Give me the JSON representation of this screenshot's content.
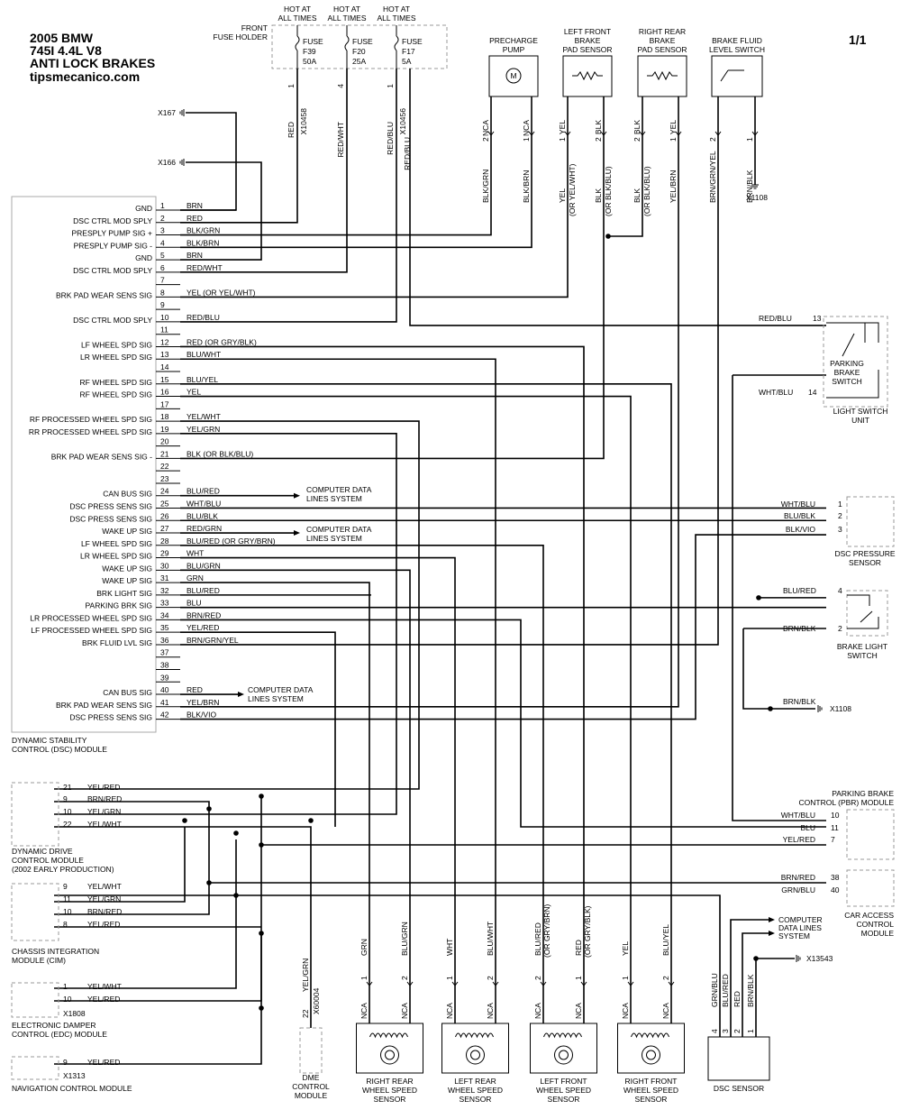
{
  "title": {
    "year_make": "2005 BMW",
    "model": "745I  4.4L V8",
    "system": "ANTI LOCK BRAKES",
    "site": "tipsmecanico.com",
    "page": "1/1"
  },
  "fuses": {
    "holder_label": [
      "FRONT",
      "FUSE HOLDER"
    ],
    "hot_label": [
      "HOT AT",
      "ALL TIMES"
    ],
    "items": [
      {
        "name": "FUSE",
        "num": "F39",
        "amp": "50A",
        "pin": "1",
        "wire": "RED",
        "conn": "X10458"
      },
      {
        "name": "FUSE",
        "num": "F20",
        "amp": "25A",
        "pin": "4",
        "wire": "RED/WHT",
        "conn": ""
      },
      {
        "name": "FUSE",
        "num": "F17",
        "amp": "5A",
        "pin": "1",
        "wire": "RED/BLU",
        "conn": "X10456"
      }
    ],
    "extra_wire": "RED/BLU"
  },
  "grounds": {
    "g1": "X167",
    "g2": "X166",
    "g3": "X1108",
    "g4": "X1108",
    "g5": "X13543"
  },
  "top_components": [
    {
      "label": [
        "PRECHARGE",
        "PUMP"
      ],
      "pins": [
        "2",
        "1"
      ],
      "pin_labels": [
        "NCA",
        "NCA"
      ],
      "wires": [
        "BLK/GRN",
        "BLK/BRN"
      ]
    },
    {
      "label": [
        "LEFT FRONT",
        "BRAKE",
        "PAD SENSOR"
      ],
      "pins": [
        "1",
        "2"
      ],
      "pin_labels": [
        "YEL",
        "BLK"
      ],
      "wires": [
        "YEL",
        "BLK"
      ],
      "wire_alts": [
        "(OR YEL/WHT)",
        "(OR BLK/BLU)"
      ]
    },
    {
      "label": [
        "RIGHT REAR",
        "BRAKE",
        "PAD SENSOR"
      ],
      "pins": [
        "2",
        "1"
      ],
      "pin_labels": [
        "BLK",
        "YEL"
      ],
      "wires": [
        "BLK",
        "YEL/BRN"
      ],
      "wire_alts": [
        "(OR BLK/BLU)",
        ""
      ]
    },
    {
      "label": [
        "BRAKE FLUID",
        "LEVEL SWITCH"
      ],
      "pins": [
        "2",
        "1"
      ],
      "wires": [
        "BRN/GRN/YEL",
        "BRN/BLK"
      ]
    }
  ],
  "dsc_module": {
    "label": [
      "DYNAMIC STABILITY",
      "CONTROL (DSC) MODULE"
    ],
    "pins": [
      {
        "n": "1",
        "name": "GND",
        "wire": "BRN"
      },
      {
        "n": "2",
        "name": "DSC CTRL MOD SPLY",
        "wire": "RED"
      },
      {
        "n": "3",
        "name": "PRESPLY PUMP SIG +",
        "wire": "BLK/GRN"
      },
      {
        "n": "4",
        "name": "PRESPLY PUMP SIG -",
        "wire": "BLK/BRN"
      },
      {
        "n": "5",
        "name": "GND",
        "wire": "BRN"
      },
      {
        "n": "6",
        "name": "DSC CTRL MOD SPLY",
        "wire": "RED/WHT"
      },
      {
        "n": "7",
        "name": "",
        "wire": ""
      },
      {
        "n": "8",
        "name": "BRK PAD WEAR SENS SIG",
        "wire": "YEL    (OR YEL/WHT)"
      },
      {
        "n": "9",
        "name": "",
        "wire": ""
      },
      {
        "n": "10",
        "name": "DSC CTRL MOD SPLY",
        "wire": "RED/BLU"
      },
      {
        "n": "11",
        "name": "",
        "wire": ""
      },
      {
        "n": "12",
        "name": "LF WHEEL SPD SIG",
        "wire": "RED     (OR GRY/BLK)"
      },
      {
        "n": "13",
        "name": "LR WHEEL SPD SIG",
        "wire": "BLU/WHT"
      },
      {
        "n": "14",
        "name": "",
        "wire": ""
      },
      {
        "n": "15",
        "name": "RF WHEEL SPD SIG",
        "wire": "BLU/YEL"
      },
      {
        "n": "16",
        "name": "RF WHEEL SPD SIG",
        "wire": "YEL"
      },
      {
        "n": "17",
        "name": "",
        "wire": ""
      },
      {
        "n": "18",
        "name": "RF PROCESSED WHEEL SPD SIG",
        "wire": "YEL/WHT"
      },
      {
        "n": "19",
        "name": "RR PROCESSED WHEEL SPD SIG",
        "wire": "YEL/GRN"
      },
      {
        "n": "20",
        "name": "",
        "wire": ""
      },
      {
        "n": "21",
        "name": "BRK PAD WEAR SENS SIG -",
        "wire": "BLK    (OR BLK/BLU)"
      },
      {
        "n": "22",
        "name": "",
        "wire": ""
      },
      {
        "n": "23",
        "name": "",
        "wire": ""
      },
      {
        "n": "24",
        "name": "CAN BUS SIG",
        "wire": "BLU/RED"
      },
      {
        "n": "25",
        "name": "DSC PRESS SENS SIG",
        "wire": "WHT/BLU"
      },
      {
        "n": "26",
        "name": "DSC PRESS SENS SIG",
        "wire": "BLU/BLK"
      },
      {
        "n": "27",
        "name": "WAKE UP SIG",
        "wire": "RED/GRN"
      },
      {
        "n": "28",
        "name": "LF WHEEL SPD SIG",
        "wire": "BLU/RED       (OR GRY/BRN)"
      },
      {
        "n": "29",
        "name": "LR WHEEL SPD SIG",
        "wire": "WHT"
      },
      {
        "n": "30",
        "name": "WAKE UP SIG",
        "wire": "BLU/GRN"
      },
      {
        "n": "31",
        "name": "WAKE UP SIG",
        "wire": "GRN"
      },
      {
        "n": "32",
        "name": "BRK LIGHT SIG",
        "wire": "BLU/RED"
      },
      {
        "n": "33",
        "name": "PARKING BRK SIG",
        "wire": "BLU"
      },
      {
        "n": "34",
        "name": "LR PROCESSED WHEEL SPD SIG",
        "wire": "BRN/RED"
      },
      {
        "n": "35",
        "name": "LF PROCESSED WHEEL SPD SIG",
        "wire": "YEL/RED"
      },
      {
        "n": "36",
        "name": "BRK FLUID LVL SIG",
        "wire": "BRN/GRN/YEL"
      },
      {
        "n": "37",
        "name": "",
        "wire": ""
      },
      {
        "n": "38",
        "name": "",
        "wire": ""
      },
      {
        "n": "39",
        "name": "",
        "wire": ""
      },
      {
        "n": "40",
        "name": "CAN BUS SIG",
        "wire": "RED"
      },
      {
        "n": "41",
        "name": "BRK PAD WEAR SENS SIG",
        "wire": "YEL/BRN"
      },
      {
        "n": "42",
        "name": "DSC PRESS SENS SIG",
        "wire": "BLK/VIO"
      }
    ]
  },
  "computer_data": [
    "COMPUTER DATA",
    "LINES SYSTEM"
  ],
  "computer_data_short": [
    "COMPUTER",
    "DATA LINES",
    "SYSTEM"
  ],
  "light_switch": {
    "label": [
      "LIGHT SWITCH",
      "UNIT"
    ],
    "inner": [
      "PARKING",
      "BRAKE",
      "SWITCH"
    ],
    "pins": [
      {
        "n": "13",
        "wire": "RED/BLU"
      },
      {
        "n": "14",
        "wire": "WHT/BLU"
      }
    ]
  },
  "dsc_pressure": {
    "label": [
      "DSC PRESSURE",
      "SENSOR"
    ],
    "pins": [
      {
        "n": "1",
        "wire": "WHT/BLU"
      },
      {
        "n": "2",
        "wire": "BLU/BLK"
      },
      {
        "n": "3",
        "wire": "BLK/VIO"
      }
    ]
  },
  "brake_light": {
    "label": [
      "BRAKE LIGHT",
      "SWITCH"
    ],
    "pins": [
      {
        "n": "4",
        "wire": "BLU/RED"
      },
      {
        "n": "2",
        "wire": "BRN/BLK"
      }
    ],
    "ground_wire": "BRN/BLK"
  },
  "ddc": {
    "label": [
      "DYNAMIC DRIVE",
      "CONTROL MODULE",
      "(2002 EARLY PRODUCTION)"
    ],
    "pins": [
      {
        "n": "21",
        "wire": "YEL/RED"
      },
      {
        "n": "9",
        "wire": "BRN/RED"
      },
      {
        "n": "10",
        "wire": "YEL/GRN"
      },
      {
        "n": "22",
        "wire": "YEL/WHT"
      }
    ]
  },
  "cim": {
    "label": [
      "CHASSIS INTEGRATION",
      "MODULE (CIM)"
    ],
    "pins": [
      {
        "n": "9",
        "wire": "YEL/WHT"
      },
      {
        "n": "11",
        "wire": "YEL/GRN"
      },
      {
        "n": "10",
        "wire": "BRN/RED"
      },
      {
        "n": "8",
        "wire": "YEL/RED"
      }
    ]
  },
  "edc": {
    "label": [
      "ELECTRONIC DAMPER",
      "CONTROL (EDC) MODULE"
    ],
    "pins": [
      {
        "n": "1",
        "wire": "YEL/WHT"
      },
      {
        "n": "10",
        "wire": "YEL/RED"
      }
    ],
    "conn": "X1808"
  },
  "nav": {
    "label": "NAVIGATION CONTROL MODULE",
    "pins": [
      {
        "n": "9",
        "wire": "YEL/RED"
      }
    ],
    "conn": "X1313"
  },
  "dme": {
    "label": [
      "DME",
      "CONTROL",
      "MODULE"
    ],
    "pin": "22",
    "wire": "YEL/GRN",
    "conn": "X60004"
  },
  "pbr": {
    "label": [
      "PARKING BRAKE",
      "CONTROL (PBR) MODULE"
    ],
    "pins": [
      {
        "n": "10",
        "wire": "WHT/BLU"
      },
      {
        "n": "11",
        "wire": "BLU"
      },
      {
        "n": "7",
        "wire": "YEL/RED"
      }
    ]
  },
  "cas": {
    "label": [
      "CAR ACCESS",
      "CONTROL",
      "MODULE"
    ],
    "pins": [
      {
        "n": "38",
        "wire": "BRN/RED"
      },
      {
        "n": "40",
        "wire": "GRN/BLU"
      }
    ]
  },
  "wheel_sensors": [
    {
      "label": [
        "RIGHT REAR",
        "WHEEL SPEED",
        "SENSOR"
      ],
      "wires": [
        "GRN",
        "BLU/GRN"
      ],
      "alts": [
        "",
        ""
      ],
      "pins": [
        "1",
        "2"
      ],
      "pin_labels": [
        "NCA",
        "NCA"
      ]
    },
    {
      "label": [
        "LEFT REAR",
        "WHEEL SPEED",
        "SENSOR"
      ],
      "wires": [
        "WHT",
        "BLU/WHT"
      ],
      "alts": [
        "",
        ""
      ],
      "pins": [
        "1",
        "2"
      ],
      "pin_labels": [
        "NCA",
        "NCA"
      ]
    },
    {
      "label": [
        "LEFT FRONT",
        "WHEEL SPEED",
        "SENSOR"
      ],
      "wires": [
        "BLU/RED",
        "RED"
      ],
      "alts": [
        "(OR GRY/BRN)",
        "(OR GRY/BLK)"
      ],
      "pins": [
        "2",
        "1"
      ],
      "pin_labels": [
        "NCA",
        "NCA"
      ]
    },
    {
      "label": [
        "RIGHT FRONT",
        "WHEEL SPEED",
        "SENSOR"
      ],
      "wires": [
        "YEL",
        "BLU/YEL"
      ],
      "alts": [
        "",
        ""
      ],
      "pins": [
        "1",
        "2"
      ],
      "pin_labels": [
        "NCA",
        "NCA"
      ]
    }
  ],
  "dsc_sensor": {
    "label": "DSC SENSOR",
    "pins": [
      "4",
      "3",
      "2",
      "1"
    ],
    "wires": [
      "GRN/BLU",
      "BLU/RED",
      "RED",
      "BRN/BLK"
    ]
  }
}
